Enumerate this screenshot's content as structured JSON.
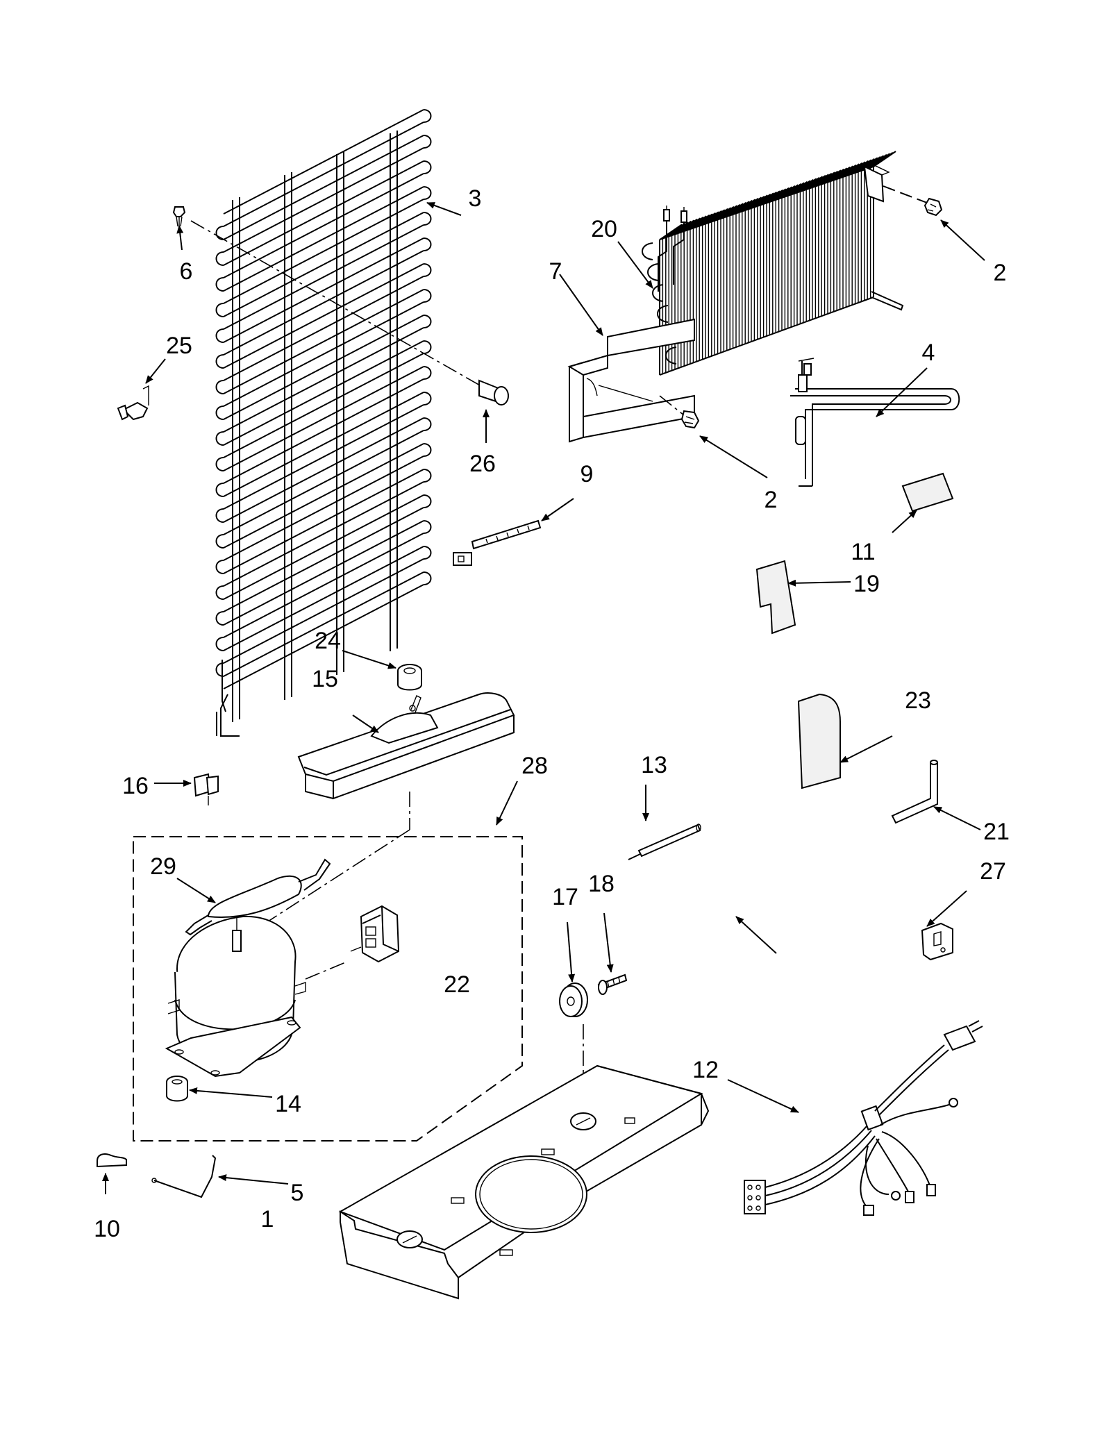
{
  "callouts": {
    "c1": "1",
    "c2a": "2",
    "c2b": "2",
    "c3": "3",
    "c4": "4",
    "c5": "5",
    "c6": "6",
    "c7": "7",
    "c9": "9",
    "c10": "10",
    "c11": "11",
    "c12": "12",
    "c13": "13",
    "c14": "14",
    "c15": "15",
    "c16": "16",
    "c17": "17",
    "c18": "18",
    "c19": "19",
    "c20": "20",
    "c21": "21",
    "c22": "22",
    "c23": "23",
    "c24": "24",
    "c25": "25",
    "c26": "26",
    "c27": "27",
    "c28": "28",
    "c29": "29"
  }
}
